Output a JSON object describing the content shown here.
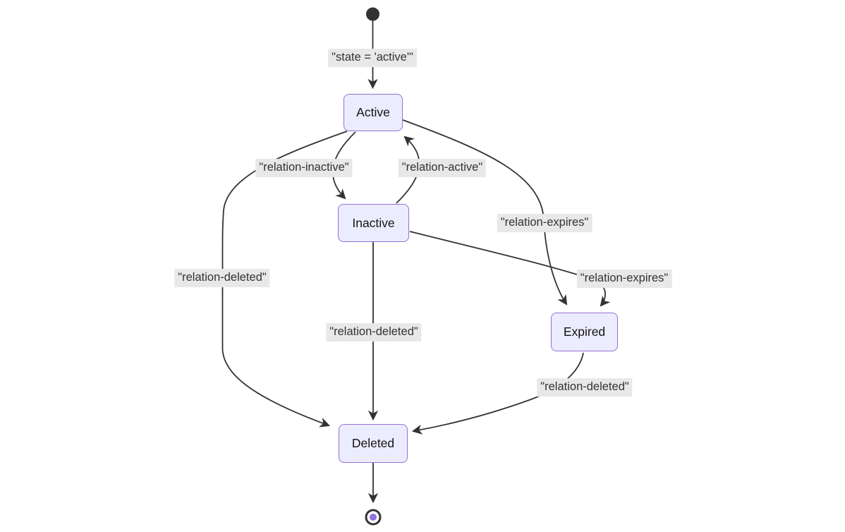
{
  "diagram": {
    "kind": "state-diagram",
    "background": "#ffffff",
    "nodes": {
      "start": {
        "type": "initial-state"
      },
      "active": {
        "label": "Active"
      },
      "inactive": {
        "label": "Inactive"
      },
      "expired": {
        "label": "Expired"
      },
      "deleted": {
        "label": "Deleted"
      },
      "end": {
        "type": "final-state"
      }
    },
    "edges": [
      {
        "from": "start",
        "to": "Active",
        "label": "\"state = 'active'\""
      },
      {
        "from": "Active",
        "to": "Inactive",
        "label": "\"relation-inactive\""
      },
      {
        "from": "Inactive",
        "to": "Active",
        "label": "\"relation-active\""
      },
      {
        "from": "Active",
        "to": "Expired",
        "label": "\"relation-expires\""
      },
      {
        "from": "Inactive",
        "to": "Expired",
        "label": "\"relation-expires\""
      },
      {
        "from": "Active",
        "to": "Deleted",
        "label": "\"relation-deleted\""
      },
      {
        "from": "Inactive",
        "to": "Deleted",
        "label": "\"relation-deleted\""
      },
      {
        "from": "Expired",
        "to": "Deleted",
        "label": "\"relation-deleted\""
      },
      {
        "from": "Deleted",
        "to": "end",
        "label": ""
      }
    ],
    "colors": {
      "node_fill": "#ECECFF",
      "node_border": "#9370DB",
      "edge_stroke": "#333333",
      "label_background": "#e8e8e8",
      "label_text": "#333333",
      "initial_dot": "#333333",
      "final_ring": "#333333",
      "final_inner_dot": "#9370DB"
    }
  }
}
